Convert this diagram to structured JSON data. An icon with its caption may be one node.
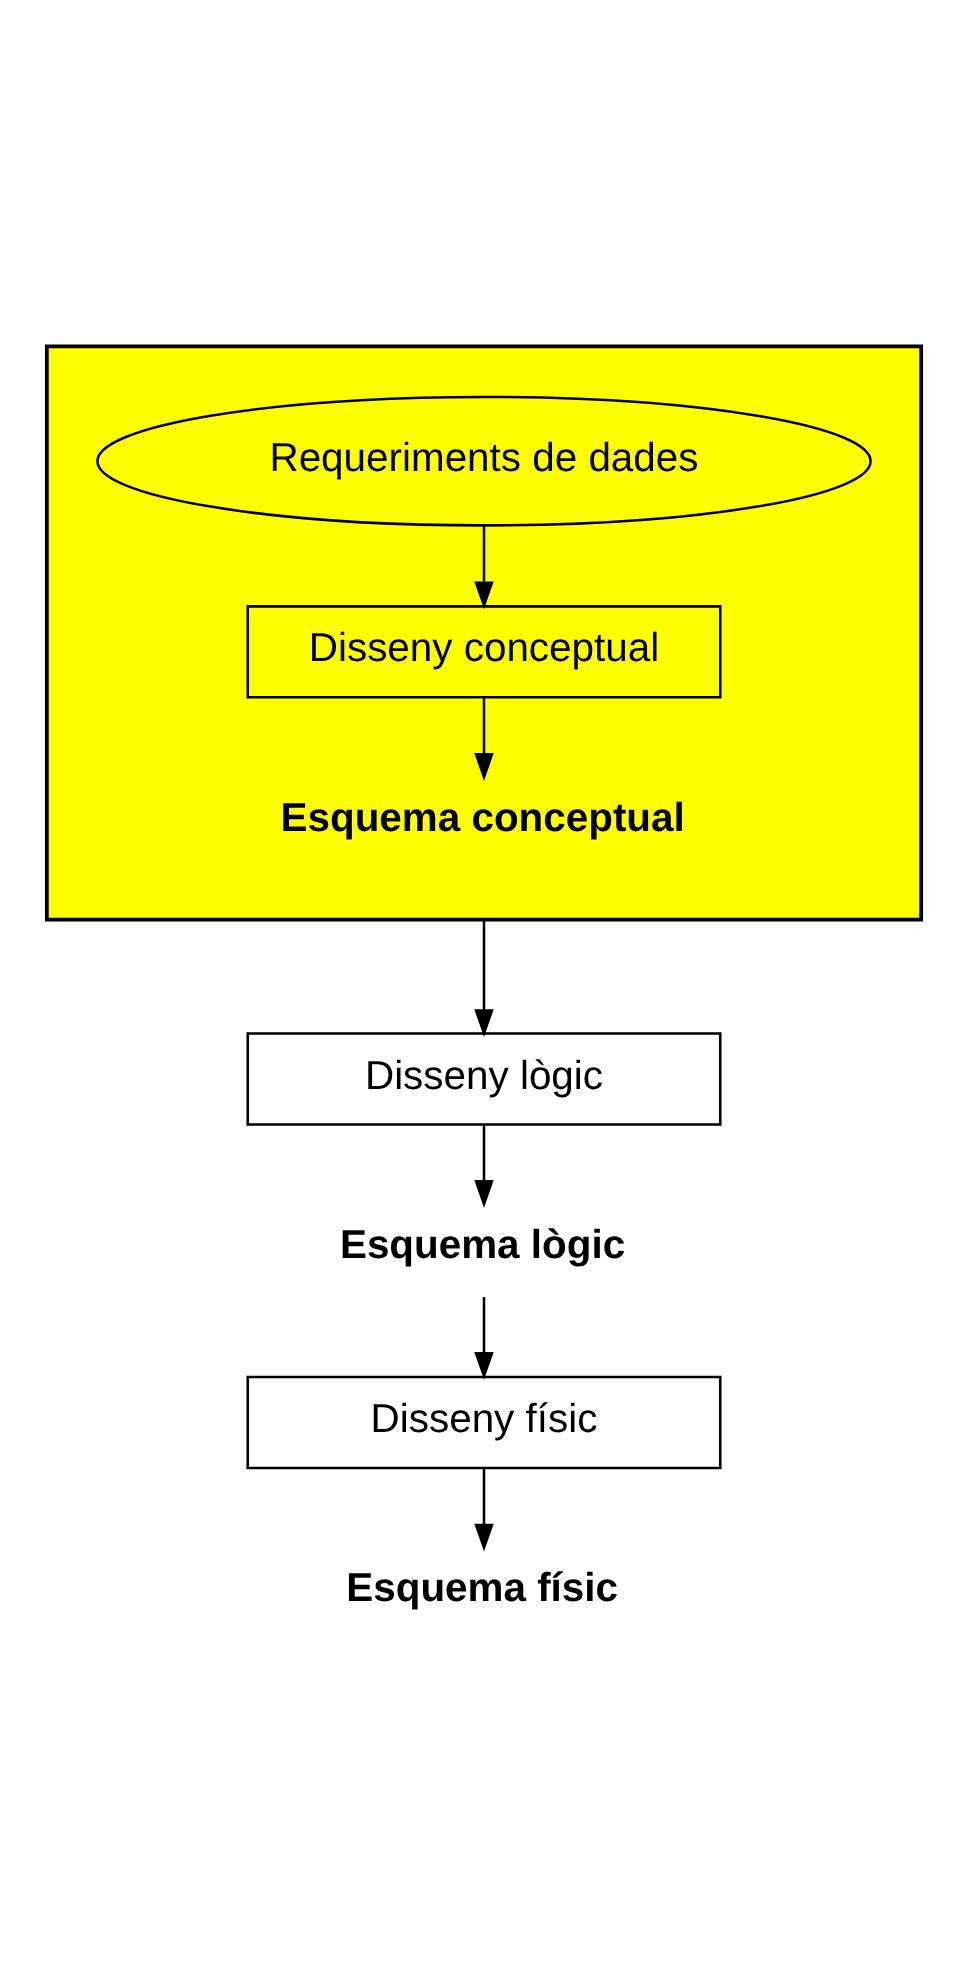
{
  "diagram": {
    "nodes": [
      {
        "text": [],
        "shape": "box"
      },
      {
        "text": [
          "Requeriments de dades"
        ],
        "in": 0
      },
      {
        "text": [
          "Disseny conceptual"
        ],
        "in": 0
      },
      {
        "text": [
          "Esquema conceptual"
        ],
        "in": 0
      },
      {
        "text": [
          "Disseny lògic"
        ]
      },
      {
        "text": [
          "Esquema lògic"
        ]
      },
      {
        "text": [
          "Disseny físic"
        ]
      },
      {
        "text": [
          "Esquema físic"
        ]
      }
    ],
    "edges": [
      {
        "from": 1,
        "to": 2,
        "arrow": "to"
      },
      {
        "from": 2,
        "to": 3,
        "arrow": "to"
      },
      {
        "from": 0,
        "to": 4,
        "arrow": "to"
      },
      {
        "from": 4,
        "to": 5,
        "arrow": "to"
      },
      {
        "from": 5,
        "to": 6,
        "arrow": "to"
      },
      {
        "from": 6,
        "to": 7,
        "arrow": "to"
      }
    ]
  }
}
